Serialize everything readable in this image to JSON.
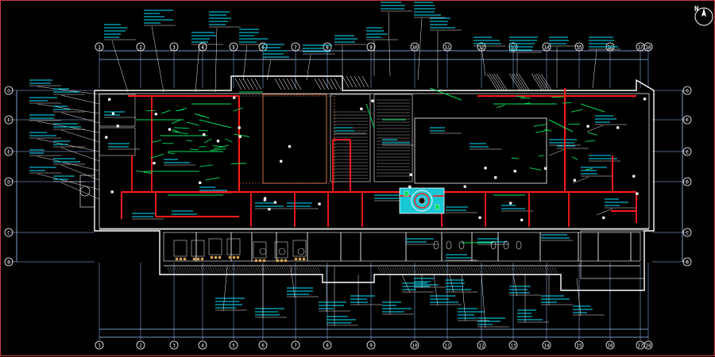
{
  "app": {
    "title": ""
  },
  "compass": {
    "label": "N",
    "icon": "north-arrow-icon"
  },
  "grid": {
    "columns": [
      "1",
      "2",
      "3",
      "4",
      "5",
      "6",
      "7",
      "8",
      "9",
      "10",
      "11",
      "12",
      "13",
      "14",
      "15",
      "16",
      "17",
      "18"
    ],
    "rows": [
      "G",
      "F",
      "E",
      "D",
      "C",
      "B"
    ]
  },
  "colors": {
    "background": "#000000",
    "walls": "#ffffff",
    "pipe_main": "#ff1a1a",
    "pipe_branch": "#00e05a",
    "dimension": "#9cc9ff",
    "annotation": "#00e5ff",
    "furniture": "#d8a04a",
    "tank": "#19c7d4",
    "border": "#d23c3c"
  }
}
